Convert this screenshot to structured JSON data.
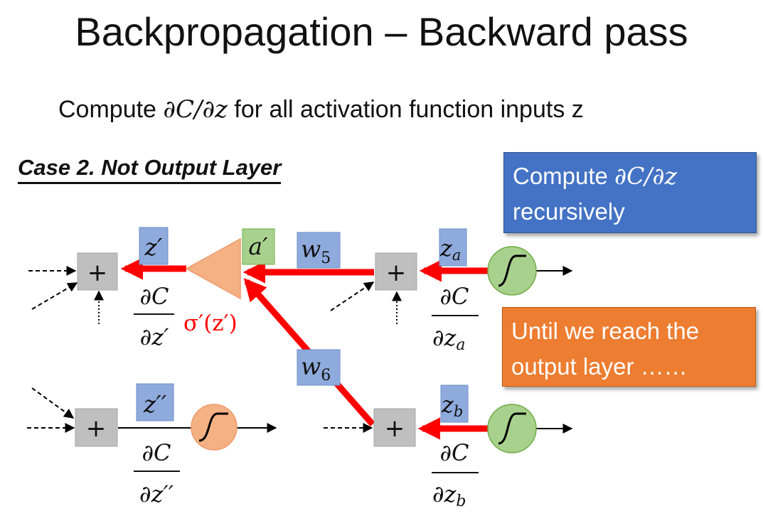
{
  "title": "Backpropagation – Backward pass",
  "subtitle": {
    "prefix": "Compute ",
    "math": "∂C/∂z",
    "suffix": " for all activation function inputs z"
  },
  "case_title": "Case 2. Not Output Layer",
  "note_recursive": {
    "prefix": "Compute ",
    "math": "∂C/∂z",
    "line2": "recursively"
  },
  "note_until": {
    "line1": "Until we reach the",
    "line2": "output layer ……"
  },
  "diagram": {
    "sum_symbol": "+",
    "labels": {
      "z_prime": "z′",
      "z_double_prime": "z′′",
      "a_prime": "a′",
      "w5": "w",
      "w5_sub": "5",
      "w6": "w",
      "w6_sub": "6",
      "za": "z",
      "za_sub": "a",
      "zb": "z",
      "zb_sub": "b",
      "sigma_deriv": "σ′(z′)"
    },
    "gradients": {
      "numerator": "∂C",
      "denom_z_prime": "∂z′",
      "denom_z_double_prime": "∂z′′",
      "denom_za_prefix": "∂z",
      "denom_za_sub": "a",
      "denom_zb_prefix": "∂z",
      "denom_zb_sub": "b"
    },
    "colors": {
      "gradient_arrow": "#ff0000",
      "label_box": "#8faadc",
      "label_box_green": "#a9d18e",
      "sum_box": "#bfbfbf",
      "neuron_orange": "#f4b183",
      "neuron_green": "#a9d18e",
      "sigma_text": "#ff0000"
    }
  }
}
